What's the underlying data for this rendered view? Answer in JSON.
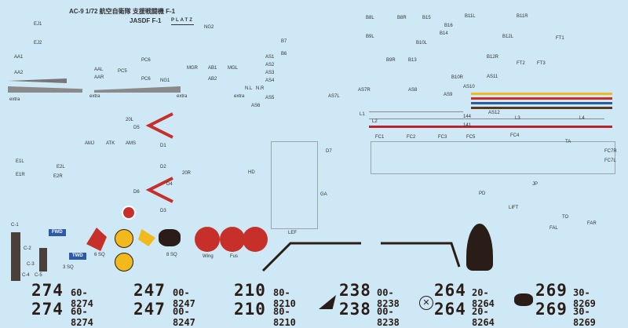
{
  "header": {
    "line1": "AC-9 1/72 航空自衛隊 支援戦闘機 F-1",
    "line2": "JASDF F-1",
    "brand": "PLATZ"
  },
  "labels": [
    "EJ1",
    "EJ2",
    "AA2",
    "AA1",
    "AAL",
    "AAR",
    "PC5",
    "PC6",
    "PC6",
    "NG1",
    "NG2",
    "MGR",
    "MGL",
    "AB1",
    "AB2",
    "AS1",
    "AS2",
    "AS3",
    "AS4",
    "AS5",
    "AS6",
    "AS7L",
    "AS7R",
    "AS8",
    "AS9",
    "AS10",
    "AS11",
    "AS12",
    "B6",
    "B7",
    "B8L",
    "B8R",
    "B9L",
    "B9R",
    "B10L",
    "B10R",
    "B11L",
    "B11R",
    "B12L",
    "B12R",
    "B13",
    "B14",
    "B15",
    "B16",
    "FT1",
    "FT2",
    "FT3",
    "D1",
    "D2",
    "D3",
    "D4",
    "D5",
    "D6",
    "D7",
    "20R",
    "20L",
    "AMJ",
    "ATK",
    "AMS",
    "E1L",
    "E1R",
    "E2L",
    "E2R",
    "C-1",
    "C-2",
    "C-3",
    "C-4",
    "C-5",
    "LEF",
    "FC1",
    "FC2",
    "FC3",
    "FC4",
    "FC5",
    "FC7L",
    "FC7R",
    "TA",
    "JP",
    "PD",
    "GA",
    "HD",
    "LIFT",
    "FAL",
    "FAR",
    "TO",
    "L1",
    "L2",
    "L3",
    "L4",
    "Wing",
    "Fus",
    "6 SQ",
    "3 SQ",
    "8 SQ",
    "FWD",
    "TWD",
    "extra",
    "extra",
    "extra",
    "extra",
    "N.L",
    "N.R",
    "141",
    "144"
  ],
  "markings": [
    {
      "big": "274",
      "serial": "60-8274"
    },
    {
      "big": "247",
      "serial": "00-8247"
    },
    {
      "big": "210",
      "serial": "80-8210"
    },
    {
      "big": "238",
      "serial": "00-8238"
    },
    {
      "big": "264",
      "serial": "20-8264"
    },
    {
      "big": "269",
      "serial": "30-8269"
    }
  ],
  "colors": {
    "background": "#cfe8f6",
    "red": "#c7302a",
    "yellow": "#f1b91b",
    "blue": "#2d5aa8",
    "brown": "#5a3a1c",
    "dark": "#2a1d17"
  }
}
